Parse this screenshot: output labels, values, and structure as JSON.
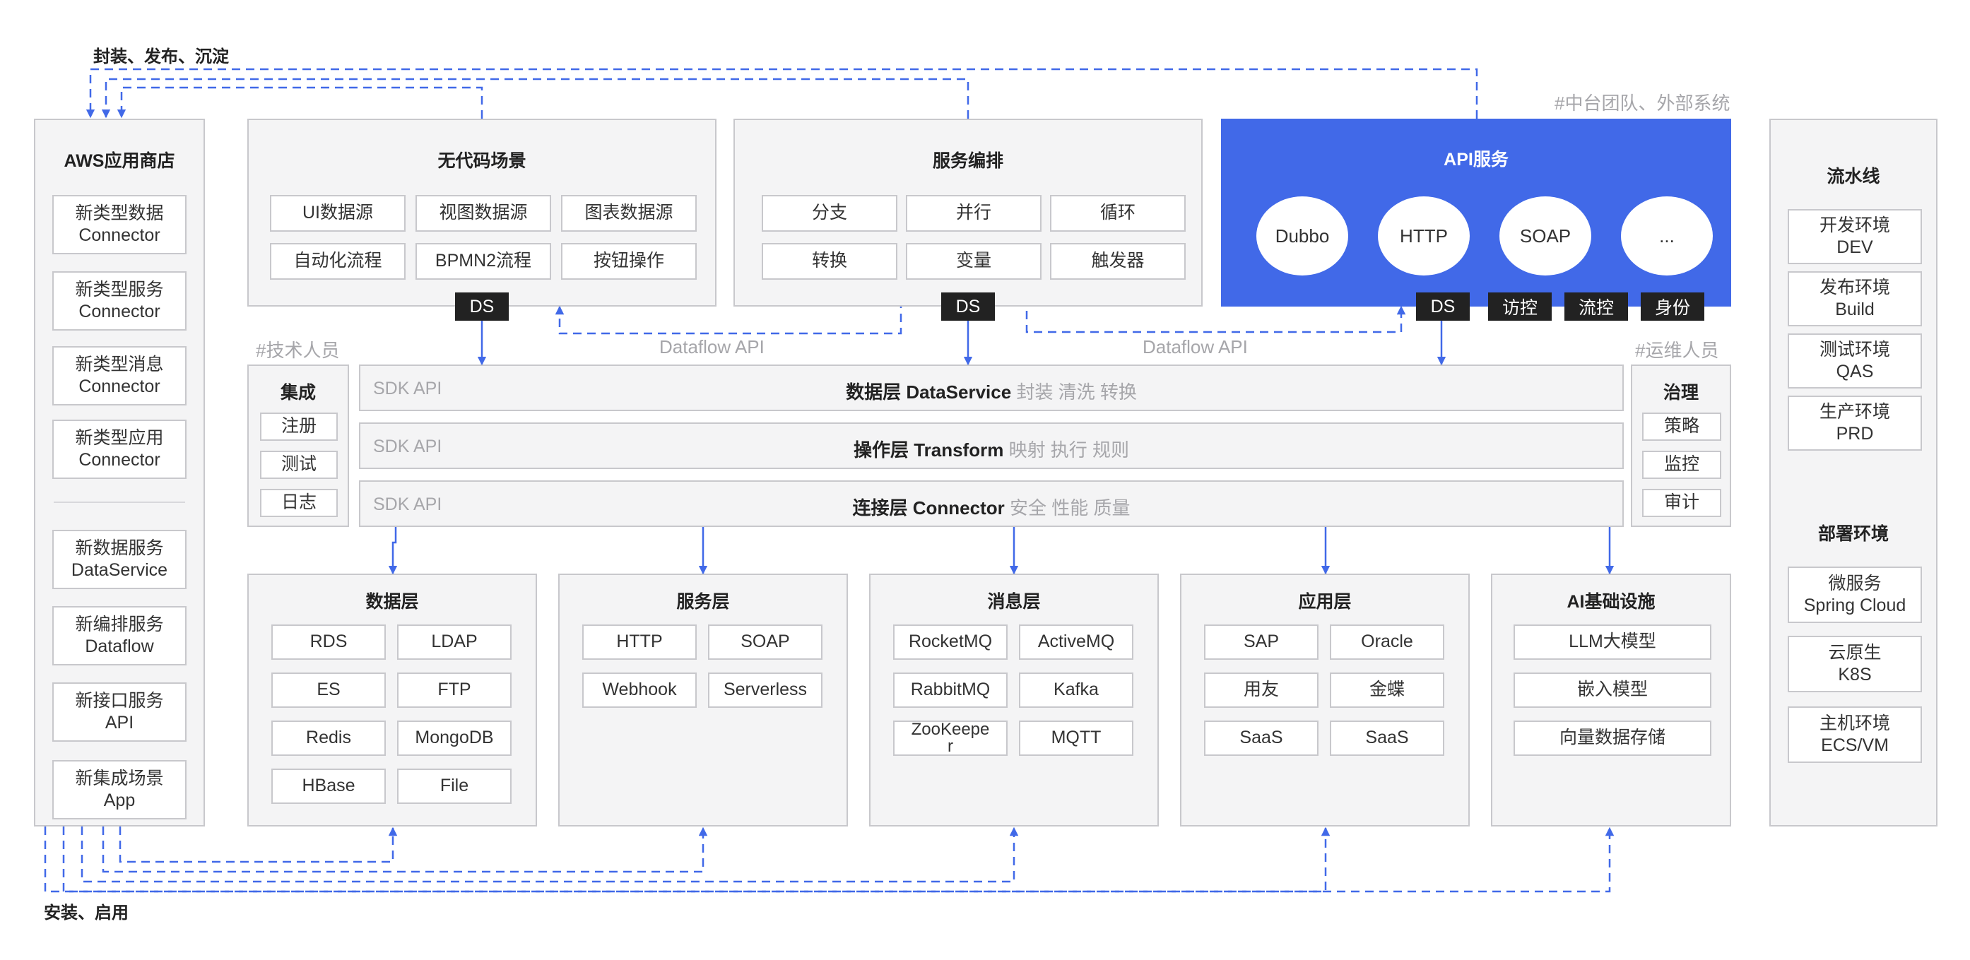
{
  "top_label": "封装、发布、沉淀",
  "bottom_label": "安装、启用",
  "notes": {
    "middle_team": "#中台团队、外部系统",
    "tech_staff": "#技术人员",
    "ops_staff": "#运维人员"
  },
  "dataflow_api": [
    "Dataflow API",
    "Dataflow API"
  ],
  "aws_store": {
    "title": "AWS应用商店",
    "items_top": [
      "新类型数据\nConnector",
      "新类型服务\nConnector",
      "新类型消息\nConnector",
      "新类型应用\nConnector"
    ],
    "items_bottom": [
      "新数据服务\nDataService",
      "新编排服务\nDataflow",
      "新接口服务\nAPI",
      "新集成场景\nApp"
    ]
  },
  "nocode": {
    "title": "无代码场景",
    "items": [
      "UI数据源",
      "视图数据源",
      "图表数据源",
      "自动化流程",
      "BPMN2流程",
      "按钮操作"
    ],
    "tag": "DS"
  },
  "orchestration": {
    "title": "服务编排",
    "items": [
      "分支",
      "并行",
      "循环",
      "转换",
      "变量",
      "触发器"
    ],
    "tag": "DS"
  },
  "api_service": {
    "title": "API服务",
    "circles": [
      "Dubbo",
      "HTTP",
      "SOAP",
      "..."
    ],
    "tags": [
      "DS",
      "访控",
      "流控",
      "身份"
    ],
    "color": "#4169e8"
  },
  "integration": {
    "title": "集成",
    "items": [
      "注册",
      "测试",
      "日志"
    ]
  },
  "governance": {
    "title": "治理",
    "items": [
      "策略",
      "监控",
      "审计"
    ]
  },
  "layers": [
    {
      "sdk": "SDK API",
      "title": "数据层 DataService",
      "ops": "封装  清洗  转换"
    },
    {
      "sdk": "SDK API",
      "title": "操作层 Transform",
      "ops": "映射  执行  规则"
    },
    {
      "sdk": "SDK API",
      "title": "连接层 Connector",
      "ops": "安全  性能  质量"
    }
  ],
  "bottom_panels": [
    {
      "title": "数据层",
      "items": [
        "RDS",
        "LDAP",
        "ES",
        "FTP",
        "Redis",
        "MongoDB",
        "HBase",
        "File"
      ]
    },
    {
      "title": "服务层",
      "items": [
        "HTTP",
        "SOAP",
        "Webhook",
        "Serverless"
      ]
    },
    {
      "title": "消息层",
      "items": [
        "RocketMQ",
        "ActiveMQ",
        "RabbitMQ",
        "Kafka",
        "ZooKeepe\nr",
        "MQTT"
      ]
    },
    {
      "title": "应用层",
      "items": [
        "SAP",
        "Oracle",
        "用友",
        "金蝶",
        "SaaS",
        "SaaS"
      ]
    },
    {
      "title": "AI基础设施",
      "items": [
        "LLM大模型",
        "嵌入模型",
        "向量数据存储"
      ]
    }
  ],
  "pipeline": {
    "title": "流水线",
    "items": [
      "开发环境\nDEV",
      "发布环境\nBuild",
      "测试环境\nQAS",
      "生产环境\nPRD"
    ]
  },
  "deploy": {
    "title": "部署环境",
    "items": [
      "微服务\nSpring Cloud",
      "云原生\nK8S",
      "主机环境\nECS/VM"
    ]
  },
  "colors": {
    "accent": "#4169e8",
    "panel": "#f4f4f5",
    "border": "#c8c8cc",
    "tag": "#222222"
  }
}
